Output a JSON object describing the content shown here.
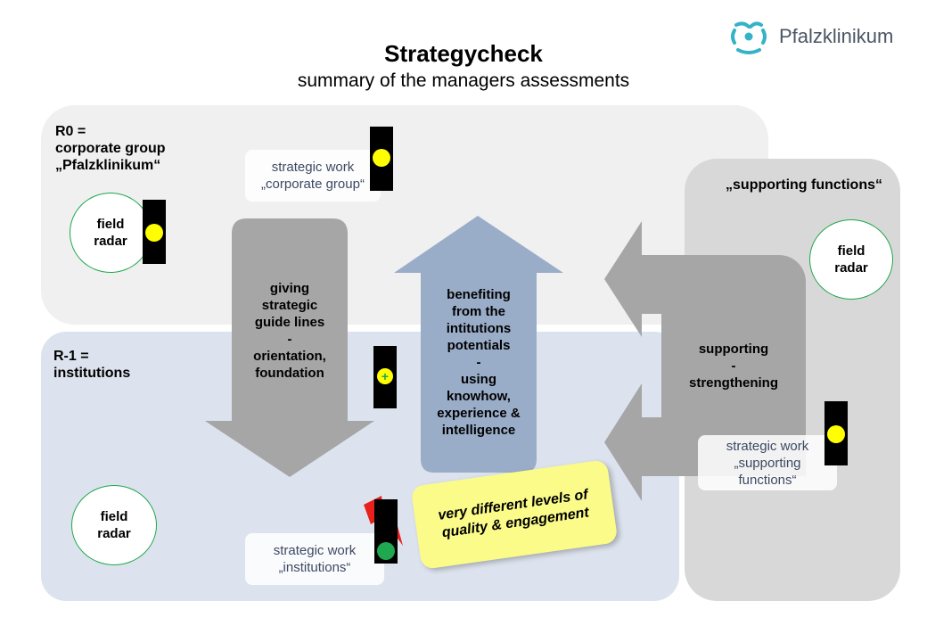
{
  "header": {
    "title": "Strategycheck",
    "subtitle": "summary of the managers assessments"
  },
  "logo": {
    "text": "Pfalzklinikum",
    "color": "#34b3c8"
  },
  "r0": {
    "label_line1": "R0 =",
    "label_line2": "corporate group",
    "label_line3": "„Pfalzklinikum“",
    "field_radar": {
      "line1": "field",
      "line2": "radar"
    },
    "strategic_work": {
      "line1": "strategic work",
      "line2": "„corporate group“"
    }
  },
  "r1": {
    "label_line1": "R-1 =",
    "label_line2": "institutions",
    "field_radar": {
      "line1": "field",
      "line2": "radar"
    },
    "strategic_work": {
      "line1": "strategic work",
      "line2": "„institutions“"
    }
  },
  "supporting": {
    "label": "„supporting functions“",
    "field_radar": {
      "line1": "field",
      "line2": "radar"
    },
    "strategic_work": {
      "line1": "strategic work",
      "line2": "„supporting",
      "line3": "functions“"
    }
  },
  "arrows": {
    "down": [
      "giving",
      "strategic",
      "guide lines",
      "-",
      "orientation,",
      "foundation"
    ],
    "up": [
      "benefiting",
      "from the",
      "intitutions",
      "potentials",
      "-",
      "using",
      "knowhow,",
      "experience &",
      "intelligence"
    ],
    "left": [
      "supporting",
      "-",
      "strengthening"
    ]
  },
  "note": {
    "line1": "very different levels of",
    "line2": "quality & engagement"
  },
  "traffic_lights": {
    "r0_radar": "yellow",
    "r0_work": "yellow",
    "r1_work_mid": "yellow-plus",
    "r1_work": "red-green",
    "supporting_work": "yellow",
    "plus_symbol": "+"
  },
  "colors": {
    "yellow": "#ffff00",
    "green": "#1fa84f",
    "red": "#e8211c",
    "gray_arrow": "#a6a6a6",
    "blue_arrow": "#9aadc8",
    "circle_border": "#1ea84a"
  }
}
